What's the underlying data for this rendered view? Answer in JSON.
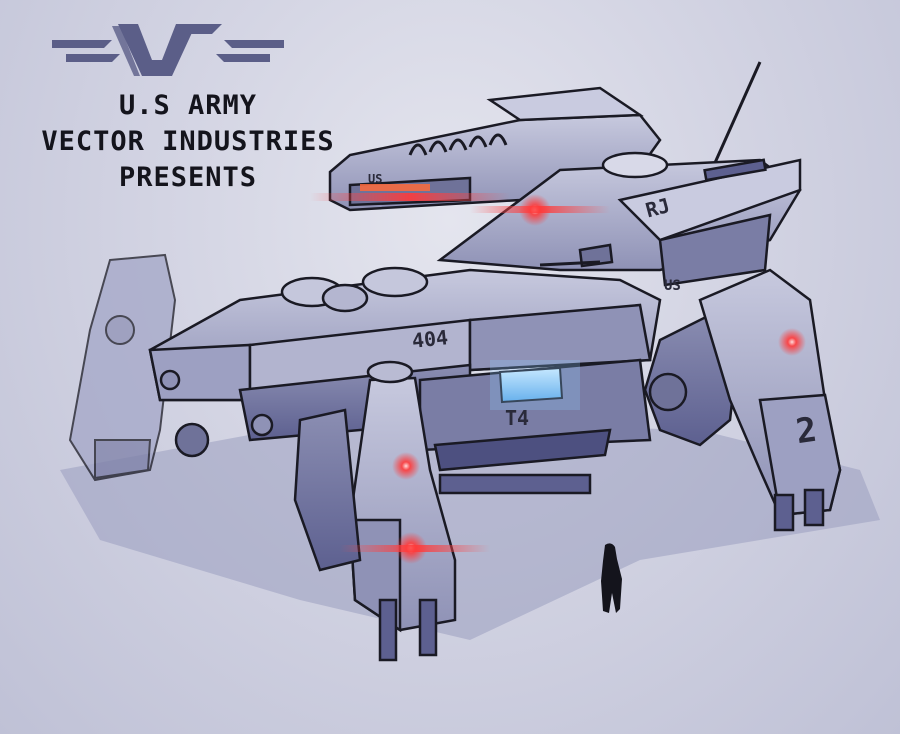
{
  "header": {
    "line1": "U.S ARMY",
    "line2": "VECTOR INDUSTRIES",
    "line3": "PRESENTS"
  },
  "markings": {
    "hull_number": "404",
    "model": "T4",
    "turret_code": "US",
    "shoulder_code": "US",
    "leg_number": "2",
    "turret_emblem": "RJ"
  },
  "logo": {
    "name": "vector-industries-logo-icon"
  },
  "colors": {
    "background": "#d3d4e3",
    "armor_light": "#b9bbd3",
    "armor_mid": "#8f92b6",
    "armor_dark": "#5d6090",
    "ink": "#1a1a24",
    "red_light": "#ff3a3a",
    "cockpit_glow": "#8fd0ff",
    "logo": "#5b5e88"
  }
}
